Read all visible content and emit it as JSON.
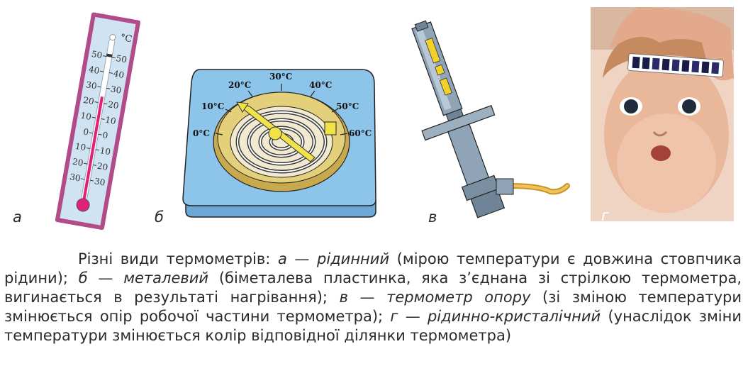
{
  "figure": {
    "labels": {
      "a": "а",
      "b": "б",
      "v": "в",
      "g": "г"
    },
    "thermometer_a": {
      "unit": "°C",
      "left_scale": [
        "50",
        "40",
        "30",
        "20",
        "10",
        "0",
        "10",
        "20",
        "30"
      ],
      "right_scale": [
        "50",
        "40",
        "30",
        "20",
        "10",
        "0",
        "10",
        "20",
        "30"
      ]
    },
    "thermometer_b": {
      "scale": [
        "0°C",
        "10°C",
        "20°C",
        "30°C",
        "40°C",
        "50°C",
        "60°C"
      ]
    }
  },
  "caption": {
    "intro": "Різні види термометрів: ",
    "a_letter": "а",
    "dash1": " — ",
    "a_term": "рідинний",
    "a_desc": " (мірою температури є довжина стовпчика рідини); ",
    "b_letter": "б",
    "dash2": " — ",
    "b_term": "металевий",
    "b_desc": " (біметалева пластинка, яка з’єднана зі стрілкою термометра, вигинається в результаті нагрівання); ",
    "v_letter": "в",
    "dash3": " — ",
    "v_term": "термометр опору",
    "v_desc": " (зі зміною температури змінюється опір робочої частини термометра); ",
    "g_letter": "г",
    "dash4": " — ",
    "g_term": "рідинно-кристалічний",
    "g_desc": " (унаслідок зміни температури змінюється колір відповідної ділянки термометра)"
  },
  "colors": {
    "thermo_a_frame": "#b24b8a",
    "thermo_a_face": "#cfe3f3",
    "liquid": "#e0207a",
    "thermo_b_base": "#8cc4ea",
    "thermo_b_dial": "#e4cf7a",
    "thermo_b_arrow": "#f2e24a",
    "probe_metal": "#8fa4b6",
    "skin": "#e9b79a"
  }
}
